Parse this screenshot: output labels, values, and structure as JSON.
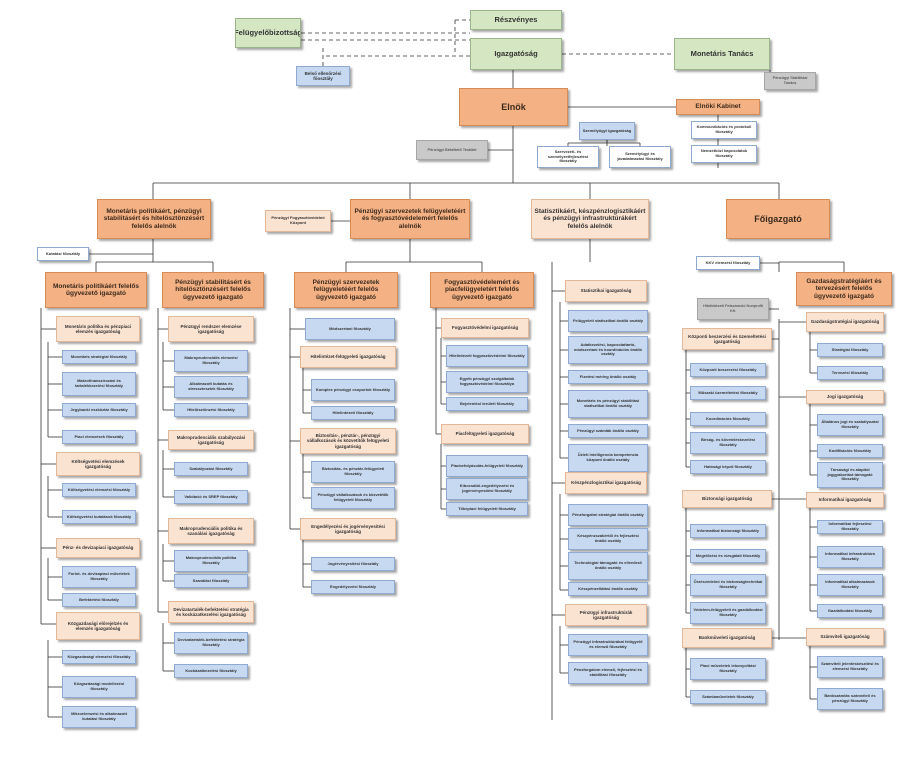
{
  "top": {
    "felugyelo": "Felügyelőbizottság",
    "reszvenyes": "Részvényes",
    "igazgatosag": "Igazgatóság",
    "monetaris_tanacs": "Monetáris Tanács",
    "penzugyi_stabilitasi_tanacs": "Pénzügyi Stabilitási Tanács",
    "belso_ellenorzesi": "Belső ellenőrzési főosztály",
    "elnok": "Elnök",
    "elnoki_kabinet": "Elnöki Kabinet",
    "kommunikacios": "Kommunikációs és protokoll főosztály",
    "nemzetkozi": "Nemzetközi kapcsolatok főosztály",
    "penzugyi_bekeltető": "Pénzügyi Békéltető Testület",
    "szemelyugyi": "Személyügyi igazgatóság",
    "szervezeti": "Szervezeti- és személyzetfejlesztési főosztály",
    "szemelyugyi_jav": "Személyügyi és javadalmazási főosztály"
  },
  "col1": {
    "head": "Monetáris politikáért, pénzügyi stabilitásért és hitelösztönzésért felelős alelnök",
    "kutatasi": "Kutatási főosztály",
    "a_head": "Monetáris politikáért felelős ügyvezető igazgató",
    "a_items": [
      "Monetáris politika és pénzpiaci elemzés igazgatóság",
      "Monetáris stratégiai főosztály",
      "Makrofinanszírozási és tartalékkezelési főosztály",
      "Jegybanki eszköztár főosztály",
      "Piaci elemzések főosztály",
      "Költségvetési elemzések igazgatóság",
      "Költségvetési elemzési főosztály",
      "Költségvetési kutatások főosztály",
      "Pénz- és devizapiaci igazgatóság",
      "Forint- és devizapiaci műveletek főosztály",
      "Befektetési főosztály",
      "Közgazdasági előrejelzés és elemzés igazgatóság",
      "Közgazdasági elemzési főosztály",
      "Közgazdasági modellezési főosztály",
      "Mikroelemzési és alkalmazott kutatási főosztály"
    ],
    "b_head": "Pénzügyi stabilitásért és hitelösztönzésért felelős ügyvezető igazgató",
    "b_items": [
      "Pénzügyi rendszer elemzése igazgatóság",
      "Makroprudenciális elemzési főosztály",
      "Alkalmazott kutatás és stressztesztek főosztály",
      "Hitelösztönzési főosztály",
      "Makroprudenciális szabályozási igazgatóság",
      "Szabályozási főosztály",
      "Validáció és SREP főosztály",
      "Makroprudenciális politika és szanálási igazgatóság",
      "Makroprudenciális politika főosztály",
      "Szanálási főosztály",
      "Devizatartalék-befektetési stratégia és kockázatkezelési igazgatóság",
      "Devizatartalék-befektetési stratégia főosztály",
      "Kockázatkezelési főosztály"
    ]
  },
  "col2": {
    "head": "Pénzügyi szervezetek felügyeletéért és fogyasztóvédelemért felelős alelnök",
    "side": "Pénzügyi Fogyasztóvédelmi Központ",
    "a_head": "Pénzügyi szervezetek felügyeletéért felelős ügyvezető igazgató",
    "a_items": [
      "Módszertani főosztály",
      "Hitelintézet-felügyeleti igazgatóság",
      "Komplex pénzügyi csoportok főosztály",
      "Hitelintézeti főosztály",
      "Biztosítás-, pénztár-, pénzügyi vállalkozások és közvetítők felügyeleti igazgatóság",
      "Biztosítás- és pénztár-felügyeleti főosztály",
      "Pénzügyi vállalkozások és közvetítők felügyeleti főosztály",
      "Engedélyezési és jogérvényesítési igazgatóság",
      "Jogérvényesítési főosztály",
      "Engedélyezési főosztály"
    ],
    "b_head": "Fogyasztóvédelemért és piacfelügyeletért felelős ügyvezető igazgató",
    "b_items": [
      "Fogyasztóvédelmi igazgatóság",
      "Hitelintézeti fogyasztóvédelmi főosztály",
      "Egyéb pénzügyi szolgáltatók fogyasztóvédelmi főosztálya",
      "Bejelentési területi főosztály",
      "Piacfelügyeleti igazgatóság",
      "Piacbefolyásolás-felügyeleti főosztály",
      "Kibocsátói-engedélyezési és jogérvényesítési főosztály",
      "Tőkepiaci felügyeleti főosztály"
    ]
  },
  "col3": {
    "head": "Statisztikáért, készpénzlogisztikáért és pénzügyi infrastruktúrákért felelős alelnök",
    "items": [
      "Statisztikai igazgatóság",
      "Felügyeleti statisztikai önálló osztály",
      "Adatkezelési, kapcsolattartó, módszertani és koordinációs önálló osztály",
      "Fizetési mérleg önálló osztály",
      "Monetáris és pénzügyi stabilitási statisztikai önálló osztály",
      "Pénzügyi számlák önálló osztály",
      "Üzleti intelligencia kompetencia központ önálló osztály",
      "Készpénzlogisztikai igazgatóság",
      "Pénzforgalmi stratégiai önálló osztály",
      "Készpénzszakértői és fejlesztési önálló osztály",
      "Technológiai támogató és ellenőrző önálló osztály",
      "Készpénzellátási önálló osztály",
      "Pénzügyi infrastruktúrák igazgatóság",
      "Pénzügyi infrastruktúrákat felügyelő és elemző főosztály",
      "Pénzforgalom elemző, fejlesztési és stabilitási főosztály"
    ]
  },
  "col4": {
    "head": "Főigazgató",
    "kkv": "KKV elemzési főosztály",
    "hitelintezeti": "Hitelintézeti Felszámoló Nonprofit Kft.",
    "a_items": [
      "Központi beszerzési és üzemeltetési igazgatóság",
      "Központi beszerzési főosztály",
      "Műszaki üzemeltetési főosztály",
      "Koordinációs főosztály",
      "Bírság- és követeléskezelési főosztály",
      "Hatósági képző főosztály",
      "Biztonsági igazgatóság",
      "Informatikai biztonsági főosztály",
      "Megelőzési és vizsgálati főosztály",
      "Őrzésvédelmi és biztonságtechnikai főosztály",
      "Védelem-felügyeleti és gazdálkodási főosztály",
      "Bankműveleti igazgatóság",
      "Piaci műveletek lebonyolítási főosztály",
      "Számlaműveletek főosztály"
    ],
    "b_head": "Gazdaságstratégiáért és tervezésért felelős ügyvezető igazgató",
    "b_items": [
      "Gazdaságstratégiai igazgatóság",
      "Stratégiai főosztály",
      "Tervezési főosztály",
      "Jogi igazgatóság",
      "Általános jogi és szabályozási főosztály",
      "Kodifikációs főosztály",
      "Társasági és alapítói joggyakorlást támogató főosztály",
      "Informatikai igazgatóság",
      "Informatikai fejlesztési főosztály",
      "Informatikai infrastruktúra főosztály",
      "Informatikai alkalmazások főosztály",
      "Gazdálkodási főosztály",
      "Számviteli igazgatóság",
      "Számviteli jelentéskészítési és elemzési főosztály",
      "Bankszámlás számviteli és pénzügyi főosztály"
    ]
  }
}
